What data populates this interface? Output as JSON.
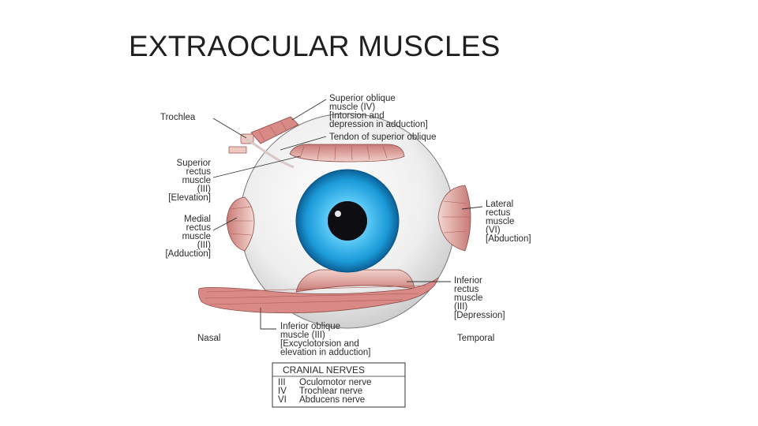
{
  "title": "EXTRAOCULAR MUSCLES",
  "labels": {
    "superior_oblique": [
      "Superior oblique",
      "muscle (IV)",
      "[Intorsion and",
      "depression in adduction]"
    ],
    "tendon_superior_oblique": [
      "Tendon of superior oblique"
    ],
    "trochlea": [
      "Trochlea"
    ],
    "superior_rectus": [
      "Superior",
      "rectus",
      "muscle",
      "(III)",
      "[Elevation]"
    ],
    "medial_rectus": [
      "Medial",
      "rectus",
      "muscle",
      "(III)",
      "[Adduction]"
    ],
    "lateral_rectus": [
      "Lateral",
      "rectus",
      "muscle",
      "(VI)",
      "[Abduction]"
    ],
    "inferior_rectus": [
      "Inferior",
      "rectus",
      "muscle",
      "(III)",
      "[Depression]"
    ],
    "inferior_oblique": [
      "Inferior oblique",
      "muscle (III)",
      "[Excyclotorsion and",
      "elevation in adduction]"
    ],
    "nasal": "Nasal",
    "temporal": "Temporal"
  },
  "cranial_nerves": {
    "heading": "CRANIAL NERVES",
    "items": [
      {
        "numeral": "III",
        "name": "Oculomotor nerve"
      },
      {
        "numeral": "IV",
        "name": "Trochlear nerve"
      },
      {
        "numeral": "VI",
        "name": "Abducens nerve"
      }
    ]
  },
  "colors": {
    "muscle": "#d98a86",
    "muscle_stripe": "#f2cfca",
    "sclera": "#eeeeee",
    "iris": "#1da7e3",
    "pupil": "#0d0d12"
  }
}
